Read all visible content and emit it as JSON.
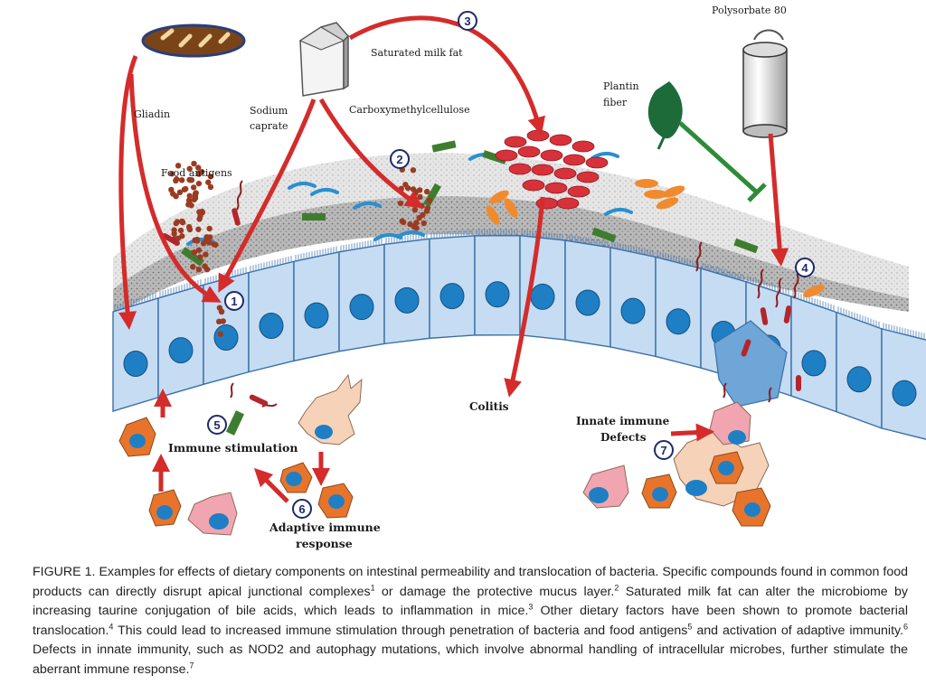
{
  "labels": {
    "gliadin": "Gliadin",
    "food_antigens": "Food antigens",
    "sodium": "Sodium",
    "caprate": "caprate",
    "cmc": "Carboxymethylcellulose",
    "milk_fat": "Saturated milk fat",
    "polysorbate": "Polysorbate 80",
    "plantain": "Plantin",
    "fiber": "fiber",
    "colitis": "Colitis",
    "innate_1": "Innate immune",
    "innate_2": "Defects",
    "immune_stim": "Immune stimulation",
    "adaptive_1": "Adaptive immune",
    "adaptive_2": "response"
  },
  "numbers": [
    "1",
    "2",
    "3",
    "4",
    "5",
    "6",
    "7"
  ],
  "colors": {
    "arrow_red": "#d42b2b",
    "inhibit_green": "#2e8b3a",
    "cell_blue": "#c5dcf2",
    "nucleus_blue": "#1f7fc4",
    "macrophage_orange": "#e8742c",
    "dendritic_peach": "#f6d2b8",
    "mucus_gray": "#8c8c8c",
    "number_navy": "#1f2a6b"
  },
  "caption": {
    "p1": "FIGURE 1. Examples for effects of dietary components on intestinal permeability and translocation of bacteria. Specific compounds found in common food products can directly disrupt apical junctional complexes",
    "s1": "1",
    "p2": " or damage the protective mucus layer.",
    "s2": "2",
    "p3": " Saturated milk fat can alter the microbiome by increasing taurine conjugation of bile acids, which leads to inflammation in mice.",
    "s3": "3",
    "p4": " Other dietary factors have been shown to promote bacterial translocation.",
    "s4": "4",
    "p5": " This could lead to increased immune stimulation through penetration of bacteria and food antigens",
    "s5": "5",
    "p6": " and activation of adaptive immunity.",
    "s6": "6",
    "p7": " Defects in innate immunity, such as NOD2 and autophagy mutations, which involve abnormal handling of intracellular microbes, further stimulate the aberrant immune response.",
    "s7": "7"
  }
}
